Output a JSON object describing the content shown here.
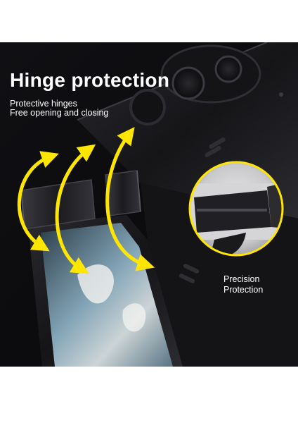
{
  "headline": {
    "title": "Hinge protection",
    "features": [
      "Protective hinges",
      "Free opening and closing"
    ]
  },
  "callout": {
    "lines": [
      "Precision",
      "Protection"
    ]
  },
  "colors": {
    "background": "#0d0d0f",
    "arrow": "#ffe600",
    "case": "#1a1a1d",
    "callout_ring": "#ffe600",
    "text": "#ffffff"
  },
  "icons": [
    "rotation-arrow-icon",
    "hinge-zoom-lens"
  ]
}
